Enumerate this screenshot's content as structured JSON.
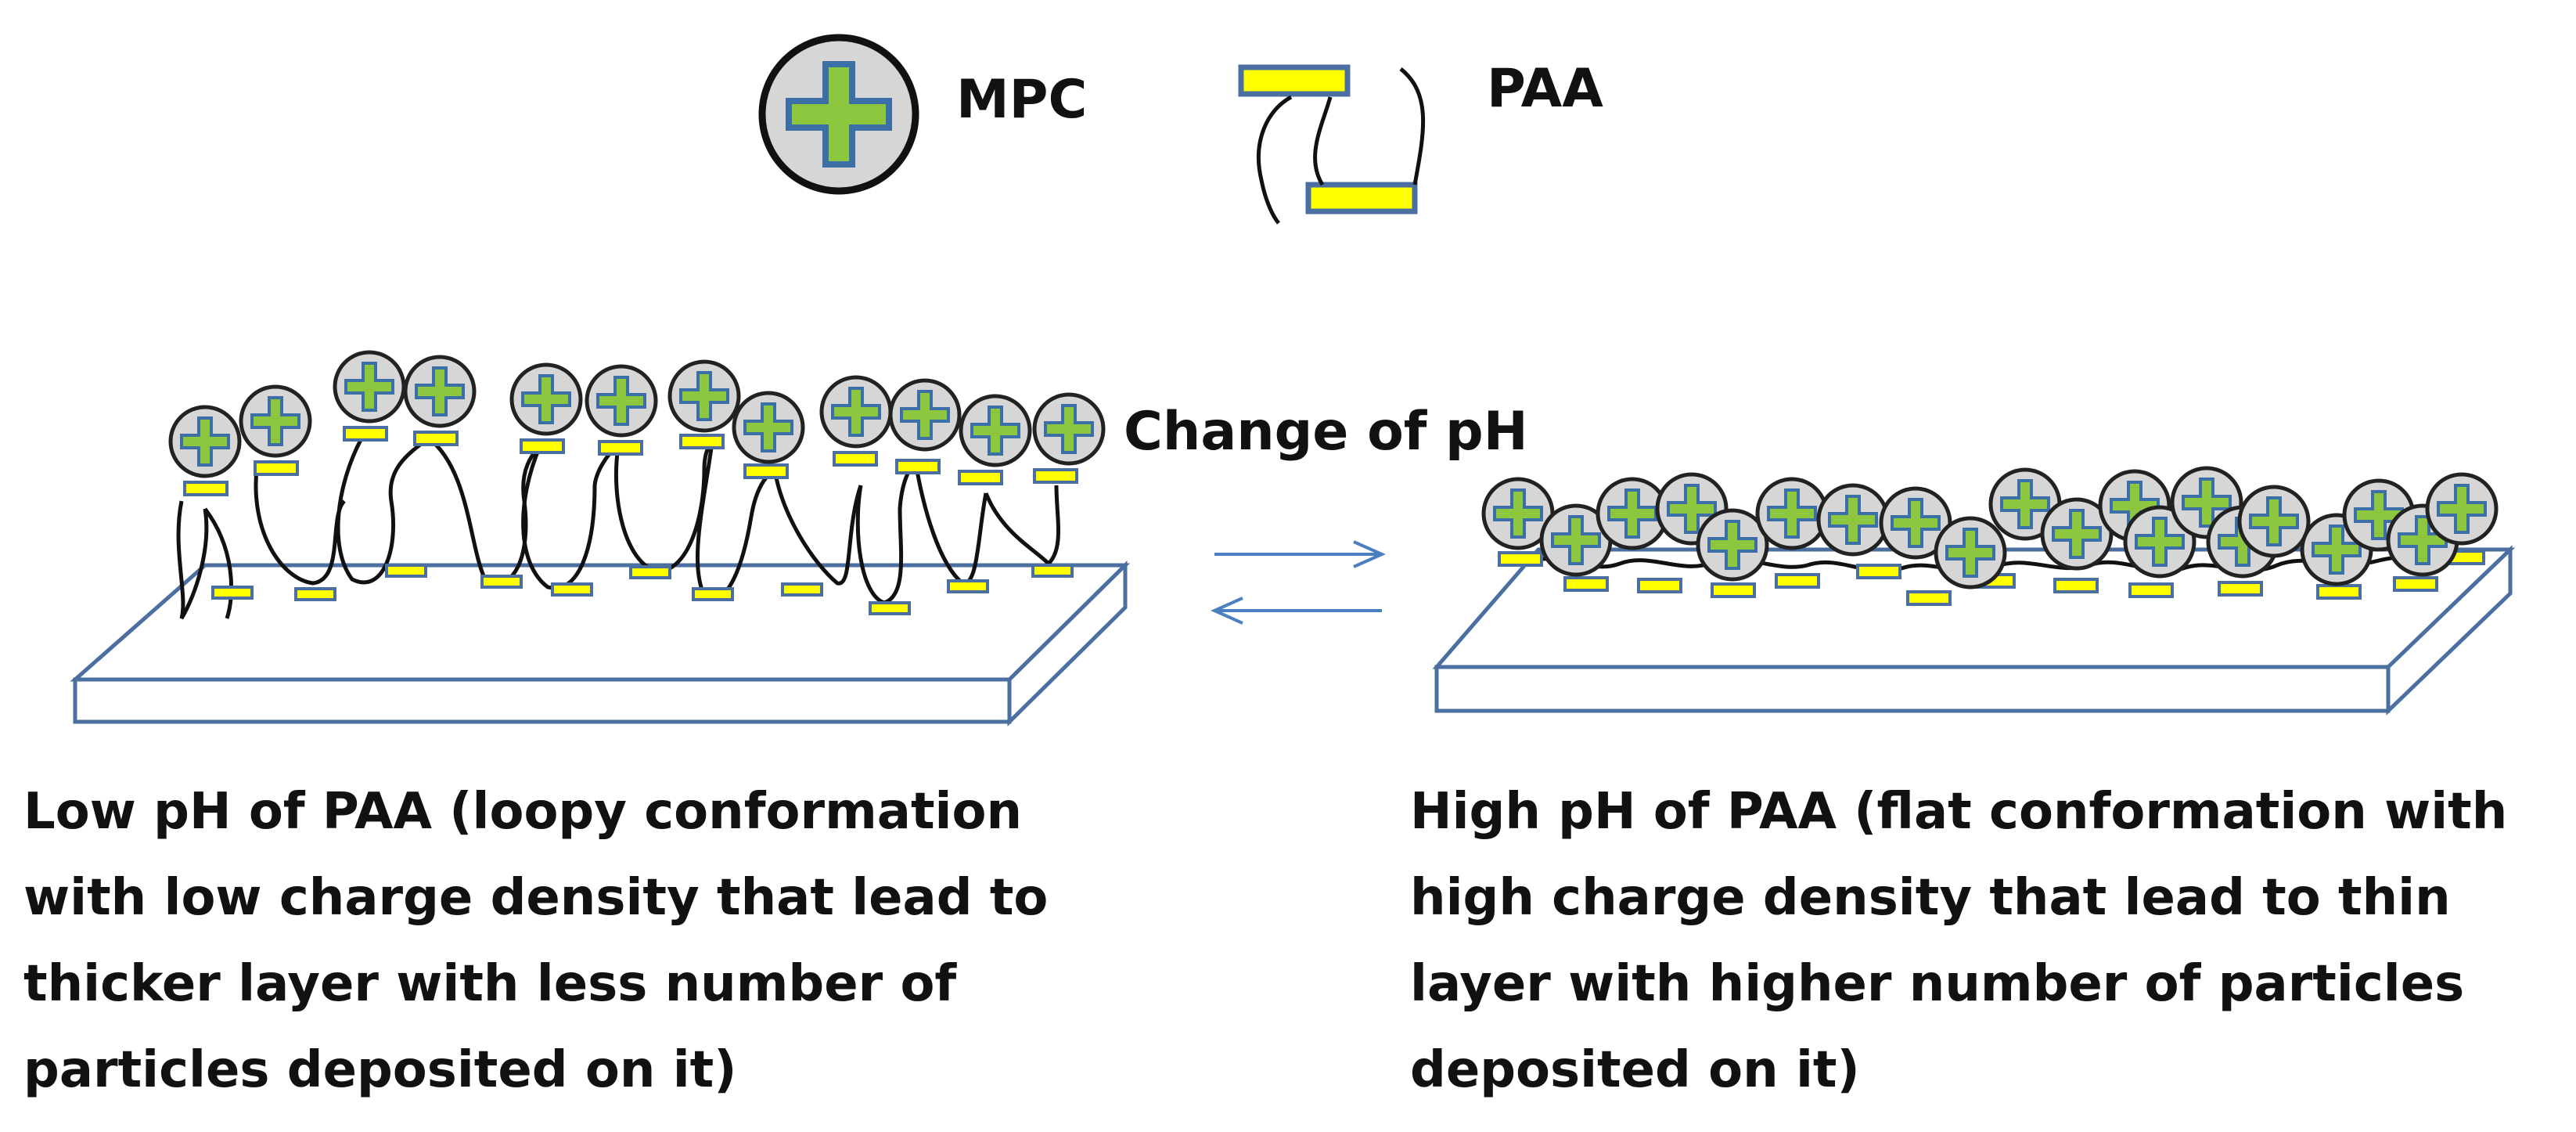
{
  "legend": {
    "mpc_label": "MPC",
    "paa_label": "PAA"
  },
  "center": {
    "change_label": "Change of pH"
  },
  "left_caption": {
    "lines": [
      "Low pH of PAA (loopy conformation",
      "with low charge density that lead to",
      "thicker layer with less number of",
      "particles deposited on it)"
    ]
  },
  "right_caption": {
    "lines": [
      "High pH of PAA (flat conformation with",
      "high charge density that lead to thin",
      "layer with higher number of particles",
      "deposited on it)"
    ]
  },
  "colors": {
    "particle_fill": "#d6d6d6",
    "plus_fill": "#8dc63f",
    "plus_stroke": "#3b6fa5",
    "charge_fill": "#ffff00",
    "charge_stroke": "#4a6fa0",
    "substrate_stroke": "#4a6fa0",
    "arrow": "#4a7fc0"
  },
  "icons": {
    "particle": "mpc-particle-icon",
    "chain": "paa-chain-icon"
  }
}
